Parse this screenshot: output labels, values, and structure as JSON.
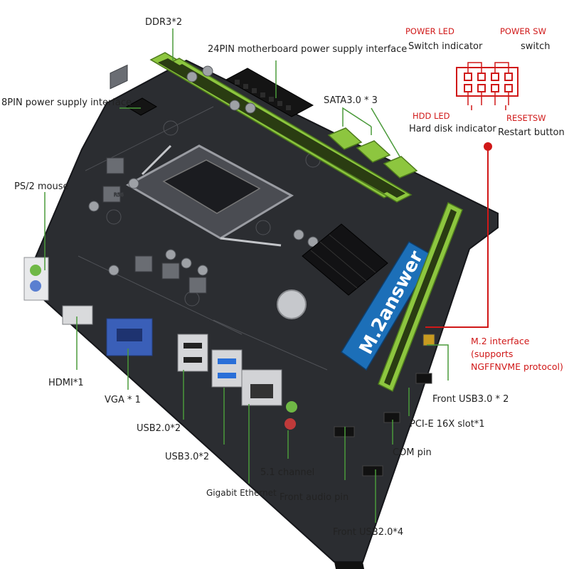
{
  "labels": {
    "ddr3": "DDR3*2",
    "atx24": "24PIN motherboard power supply interface",
    "cpu8": "8PIN power supply interface",
    "sata": "SATA3.0 * 3",
    "ps2": "PS/2 mouse",
    "hdmi": "HDMI*1",
    "vga": "VGA * 1",
    "usb20": "USB2.0*2",
    "usb30": "USB3.0*2",
    "audio51": "5.1 channel",
    "lan": "Gigabit Ethernet",
    "front_audio": "Front audio pin",
    "front_usb20": "Front USB2.0*4",
    "com": "COM pin",
    "pcie": "PCI-E 16X slot*1",
    "front_usb30": "Front USB3.0 * 2",
    "m2_title": "M.2 interface",
    "m2_line2": "(supports",
    "m2_line3": "NGFFNVME protocol)",
    "hdd_led_title": "HDD LED",
    "hdd_led_desc": "Hard disk indicator",
    "power_led_title": "POWER LED",
    "power_led_desc": "Switch indicator",
    "power_sw_title": "POWER SW",
    "power_sw_desc": "switch",
    "reset_sw_title": "RESETSW",
    "reset_sw_desc": "Restart button",
    "m2_brand": "M.2answer",
    "chip_tag": "R56"
  },
  "colors": {
    "board": "#2a2c30",
    "slot_green": "#8dc63f",
    "leader_green": "#4a9a3a",
    "highlight_red": "#d01818",
    "m2_blue": "#1c6fb8"
  }
}
